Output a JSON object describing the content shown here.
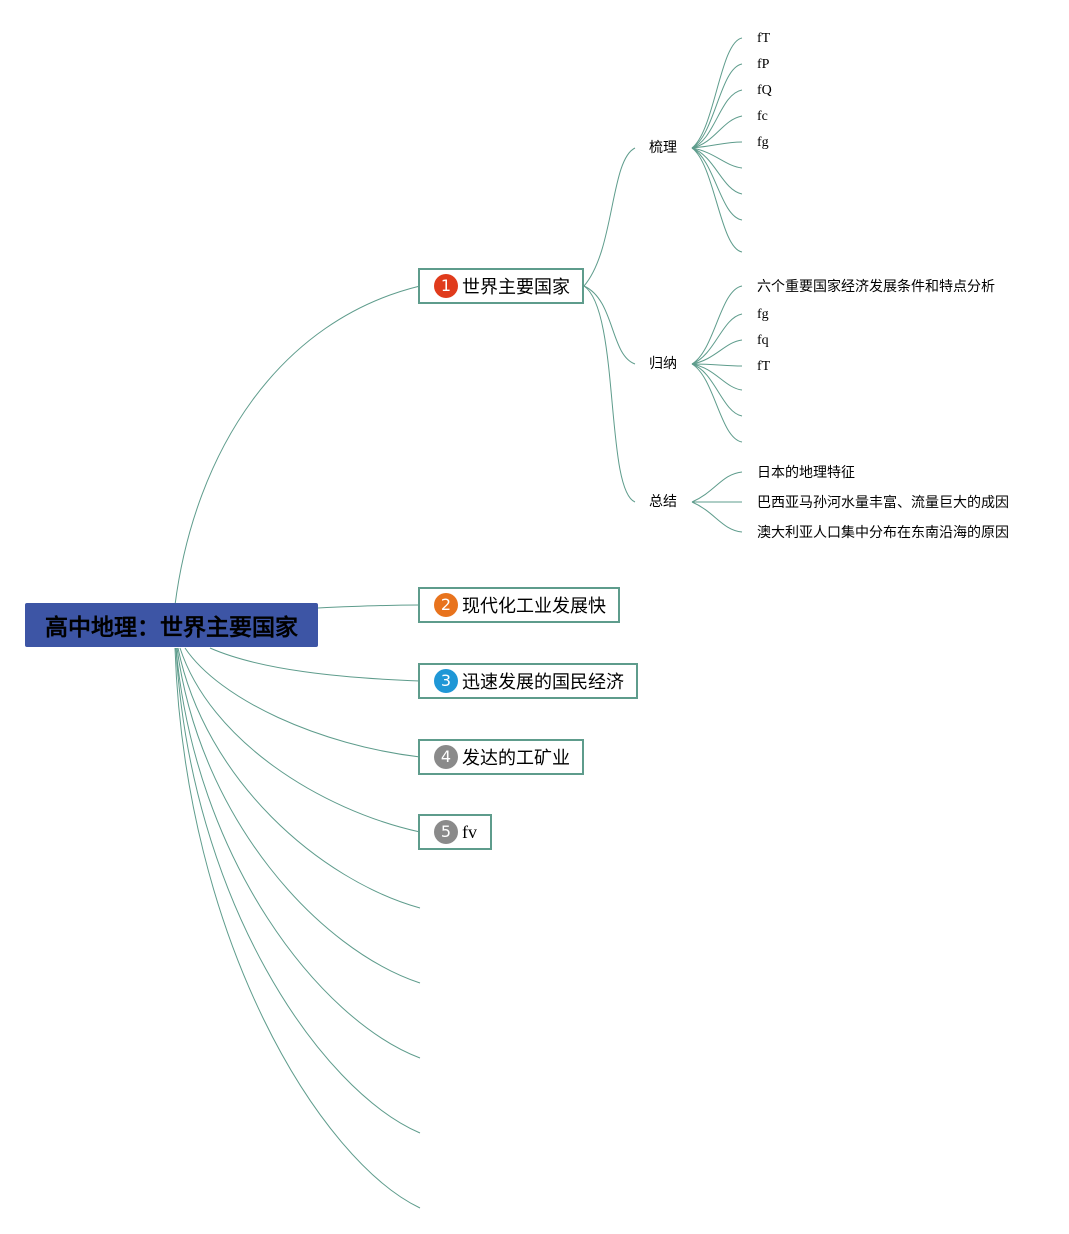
{
  "root": {
    "label": "高中地理：世界主要国家",
    "color": "#3d55a5"
  },
  "edge_color": "#5e9c8c",
  "branches": [
    {
      "number": "1",
      "label": "世界主要国家",
      "badge_color": "#e03b1c",
      "children": [
        {
          "label": "梳理",
          "leaves": [
            "fT",
            "fP",
            "fQ",
            "fc",
            "fg",
            "",
            "",
            "",
            ""
          ]
        },
        {
          "label": "归纳",
          "leaves": [
            "六个重要国家经济发展条件和特点分析",
            "fg",
            "fq",
            "fT",
            "",
            "",
            ""
          ]
        },
        {
          "label": "总结",
          "leaves": [
            "日本的地理特征",
            "巴西亚马孙河水量丰富、流量巨大的成因",
            "澳大利亚人口集中分布在东南沿海的原因"
          ]
        }
      ]
    },
    {
      "number": "2",
      "label": "现代化工业发展快",
      "badge_color": "#e8731d"
    },
    {
      "number": "3",
      "label": "迅速发展的国民经济",
      "badge_color": "#1f97d6"
    },
    {
      "number": "4",
      "label": "发达的工矿业",
      "badge_color": "#8a8a8a"
    },
    {
      "number": "5",
      "label": "fv",
      "badge_color": "#8a8a8a"
    }
  ],
  "empty_branch_count": 5
}
